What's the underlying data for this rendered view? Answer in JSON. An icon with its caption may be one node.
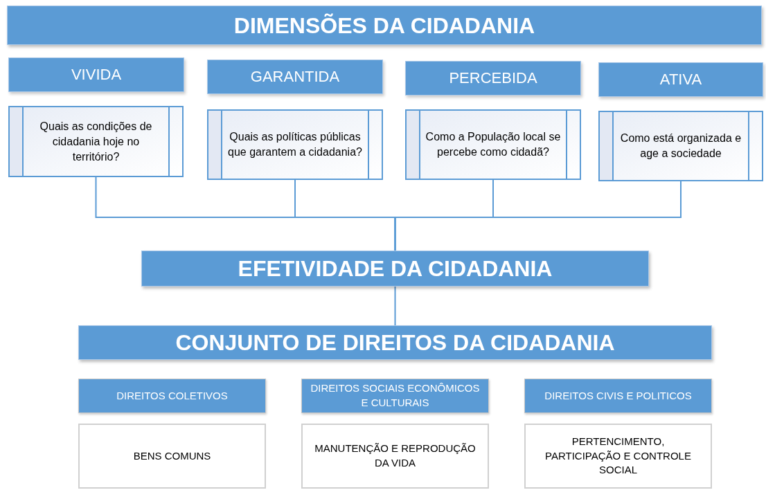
{
  "diagram": {
    "nodes": [
      {
        "text": [
          "DIMENSÕES DA CIDADANIA"
        ]
      },
      {
        "text": [
          "VIVIDA"
        ]
      },
      {
        "text": [
          "Quais as condições de cidadania hoje no território?"
        ]
      },
      {
        "text": [
          "GARANTIDA"
        ]
      },
      {
        "text": [
          "Quais as políticas públicas que garantem a cidadania?"
        ]
      },
      {
        "text": [
          "PERCEBIDA"
        ]
      },
      {
        "text": [
          "Como a População local se percebe como cidadã?"
        ]
      },
      {
        "text": [
          "ATIVA"
        ]
      },
      {
        "text": [
          "Como está organizada e age a sociedade"
        ]
      },
      {
        "text": [
          "EFETIVIDADE DA CIDADANIA"
        ]
      },
      {
        "text": [
          "CONJUNTO DE DIREITOS DA CIDADANIA"
        ]
      },
      {
        "text": [
          "DIREITOS COLETIVOS"
        ]
      },
      {
        "text": [
          "BENS COMUNS"
        ]
      },
      {
        "text": [
          "DIREITOS SOCIAIS ECONÔMICOS E CULTURAIS"
        ]
      },
      {
        "text": [
          "MANUTENÇÃO E REPRODUÇÃO DA VIDA"
        ]
      },
      {
        "text": [
          "DIREITOS CIVIS E POLITICOS"
        ]
      },
      {
        "text": [
          "PERTENCIMENTO, PARTICIPAÇÃO E CONTROLE SOCIAL"
        ]
      }
    ],
    "edges": [
      {
        "from": 2,
        "to": 9,
        "arrow": "none"
      },
      {
        "from": 4,
        "to": 9,
        "arrow": "none"
      },
      {
        "from": 6,
        "to": 9,
        "arrow": "none"
      },
      {
        "from": 8,
        "to": 9,
        "arrow": "none"
      },
      {
        "from": 9,
        "to": 10,
        "arrow": "none"
      }
    ]
  }
}
